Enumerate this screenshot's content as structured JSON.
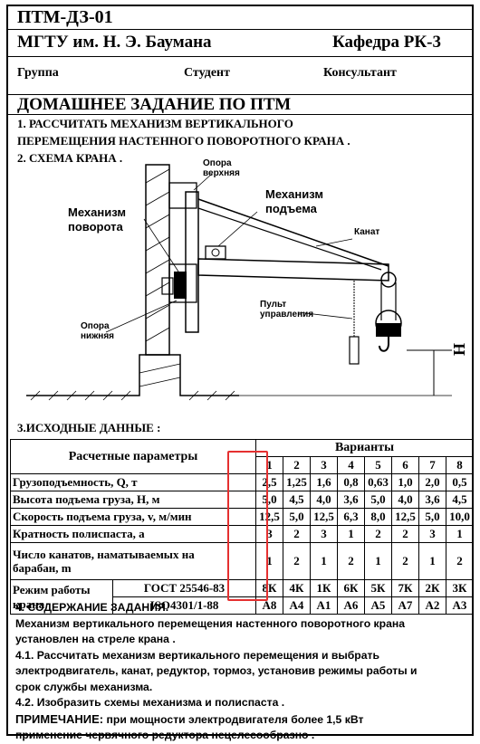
{
  "header": {
    "doc_code": "ПТМ-ДЗ-01",
    "university": "МГТУ им. Н. Э. Баумана",
    "department": "Кафедра РК-3",
    "group_label": "Группа",
    "student_label": "Студент",
    "consultant_label": "Консультант"
  },
  "title": "ДОМАШНЕЕ ЗАДАНИЕ ПО ПТМ",
  "task1": {
    "line1": "1. РАССЧИТАТЬ МЕХАНИЗМ ВЕРТИКАЛЬНОГО",
    "line2": "ПЕРЕМЕЩЕНИЯ НАСТЕННОГО   ПОВОРОТНОГО КРАНА ."
  },
  "task2": "2. СХЕМА КРАНА .",
  "diagram": {
    "top_support": [
      "Опора",
      "верхняя"
    ],
    "rotation_mechanism": [
      "Механизм",
      "поворота"
    ],
    "lift_mechanism": [
      "Механизм",
      "подъема"
    ],
    "rope": "Канат",
    "control_panel": [
      "Пульт",
      "управления"
    ],
    "bottom_support": [
      "Опора",
      "нижняя"
    ],
    "height_symbol": "Н"
  },
  "initial_data_title": "3.ИСХОДНЫЕ ДАННЫЕ :",
  "table": {
    "param_header": "Расчетные параметры",
    "variants_header": "Варианты",
    "variants": [
      "1",
      "2",
      "3",
      "4",
      "5",
      "6",
      "7",
      "8"
    ],
    "rows": [
      {
        "label": "Грузоподъемность, Q, т",
        "values": [
          "2,5",
          "1,25",
          "1,6",
          "0,8",
          "0,63",
          "1,0",
          "2,0",
          "0,5"
        ]
      },
      {
        "label": "Высота подъема груза, Н, м",
        "values": [
          "5,0",
          "4,5",
          "4,0",
          "3,6",
          "5,0",
          "4,0",
          "3,6",
          "4,5"
        ]
      },
      {
        "label": "Скорость подъема груза, v, м/мин",
        "values": [
          "12,5",
          "5,0",
          "12,5",
          "6,3",
          "8,0",
          "12,5",
          "5,0",
          "10,0"
        ]
      },
      {
        "label": "Кратность полиспаста, а",
        "values": [
          "3",
          "2",
          "3",
          "1",
          "2",
          "2",
          "3",
          "1"
        ]
      },
      {
        "label_line1": "Число канатов, наматываемых на",
        "label_line2": "барабан, m",
        "values": [
          "1",
          "2",
          "1",
          "2",
          "1",
          "2",
          "1",
          "2"
        ]
      }
    ],
    "mode_label_line1": "Режим работы",
    "mode_label_line2": "крана",
    "gost": "ГОСТ 25546-83",
    "iso": "ISO4301/1-88",
    "gost_values": [
      "8К",
      "4К",
      "1К",
      "6К",
      "5К",
      "7К",
      "2К",
      "3К"
    ],
    "iso_values": [
      "А8",
      "А4",
      "А1",
      "А6",
      "А5",
      "А7",
      "А2",
      "А3"
    ]
  },
  "content": {
    "heading": "4. СОДЕРЖАНИЕ ЗАДАНИЯ.",
    "p1_l1": " Механизм вертикального перемещения  настенного поворотного крана",
    "p1_l2": "установлен на стреле крана .",
    "p2_l1": "4.1. Рассчитать механизм вертикального перемещения и выбрать",
    "p2_l2": "электродвигатель, канат, редуктор, тормоз, установив режимы работы и",
    "p2_l3": "срок службы механизма.",
    "p3": "4.2. Изобразить схемы механизма и полиспаста .",
    "note_label": "ПРИМЕЧАНИЕ:",
    "note_l1": "  при мощности электродвигателя более 1,5 кВт",
    "note_l2": "применение червячного редуктора нецелесообразно ."
  },
  "colors": {
    "highlight": "#e53030"
  }
}
